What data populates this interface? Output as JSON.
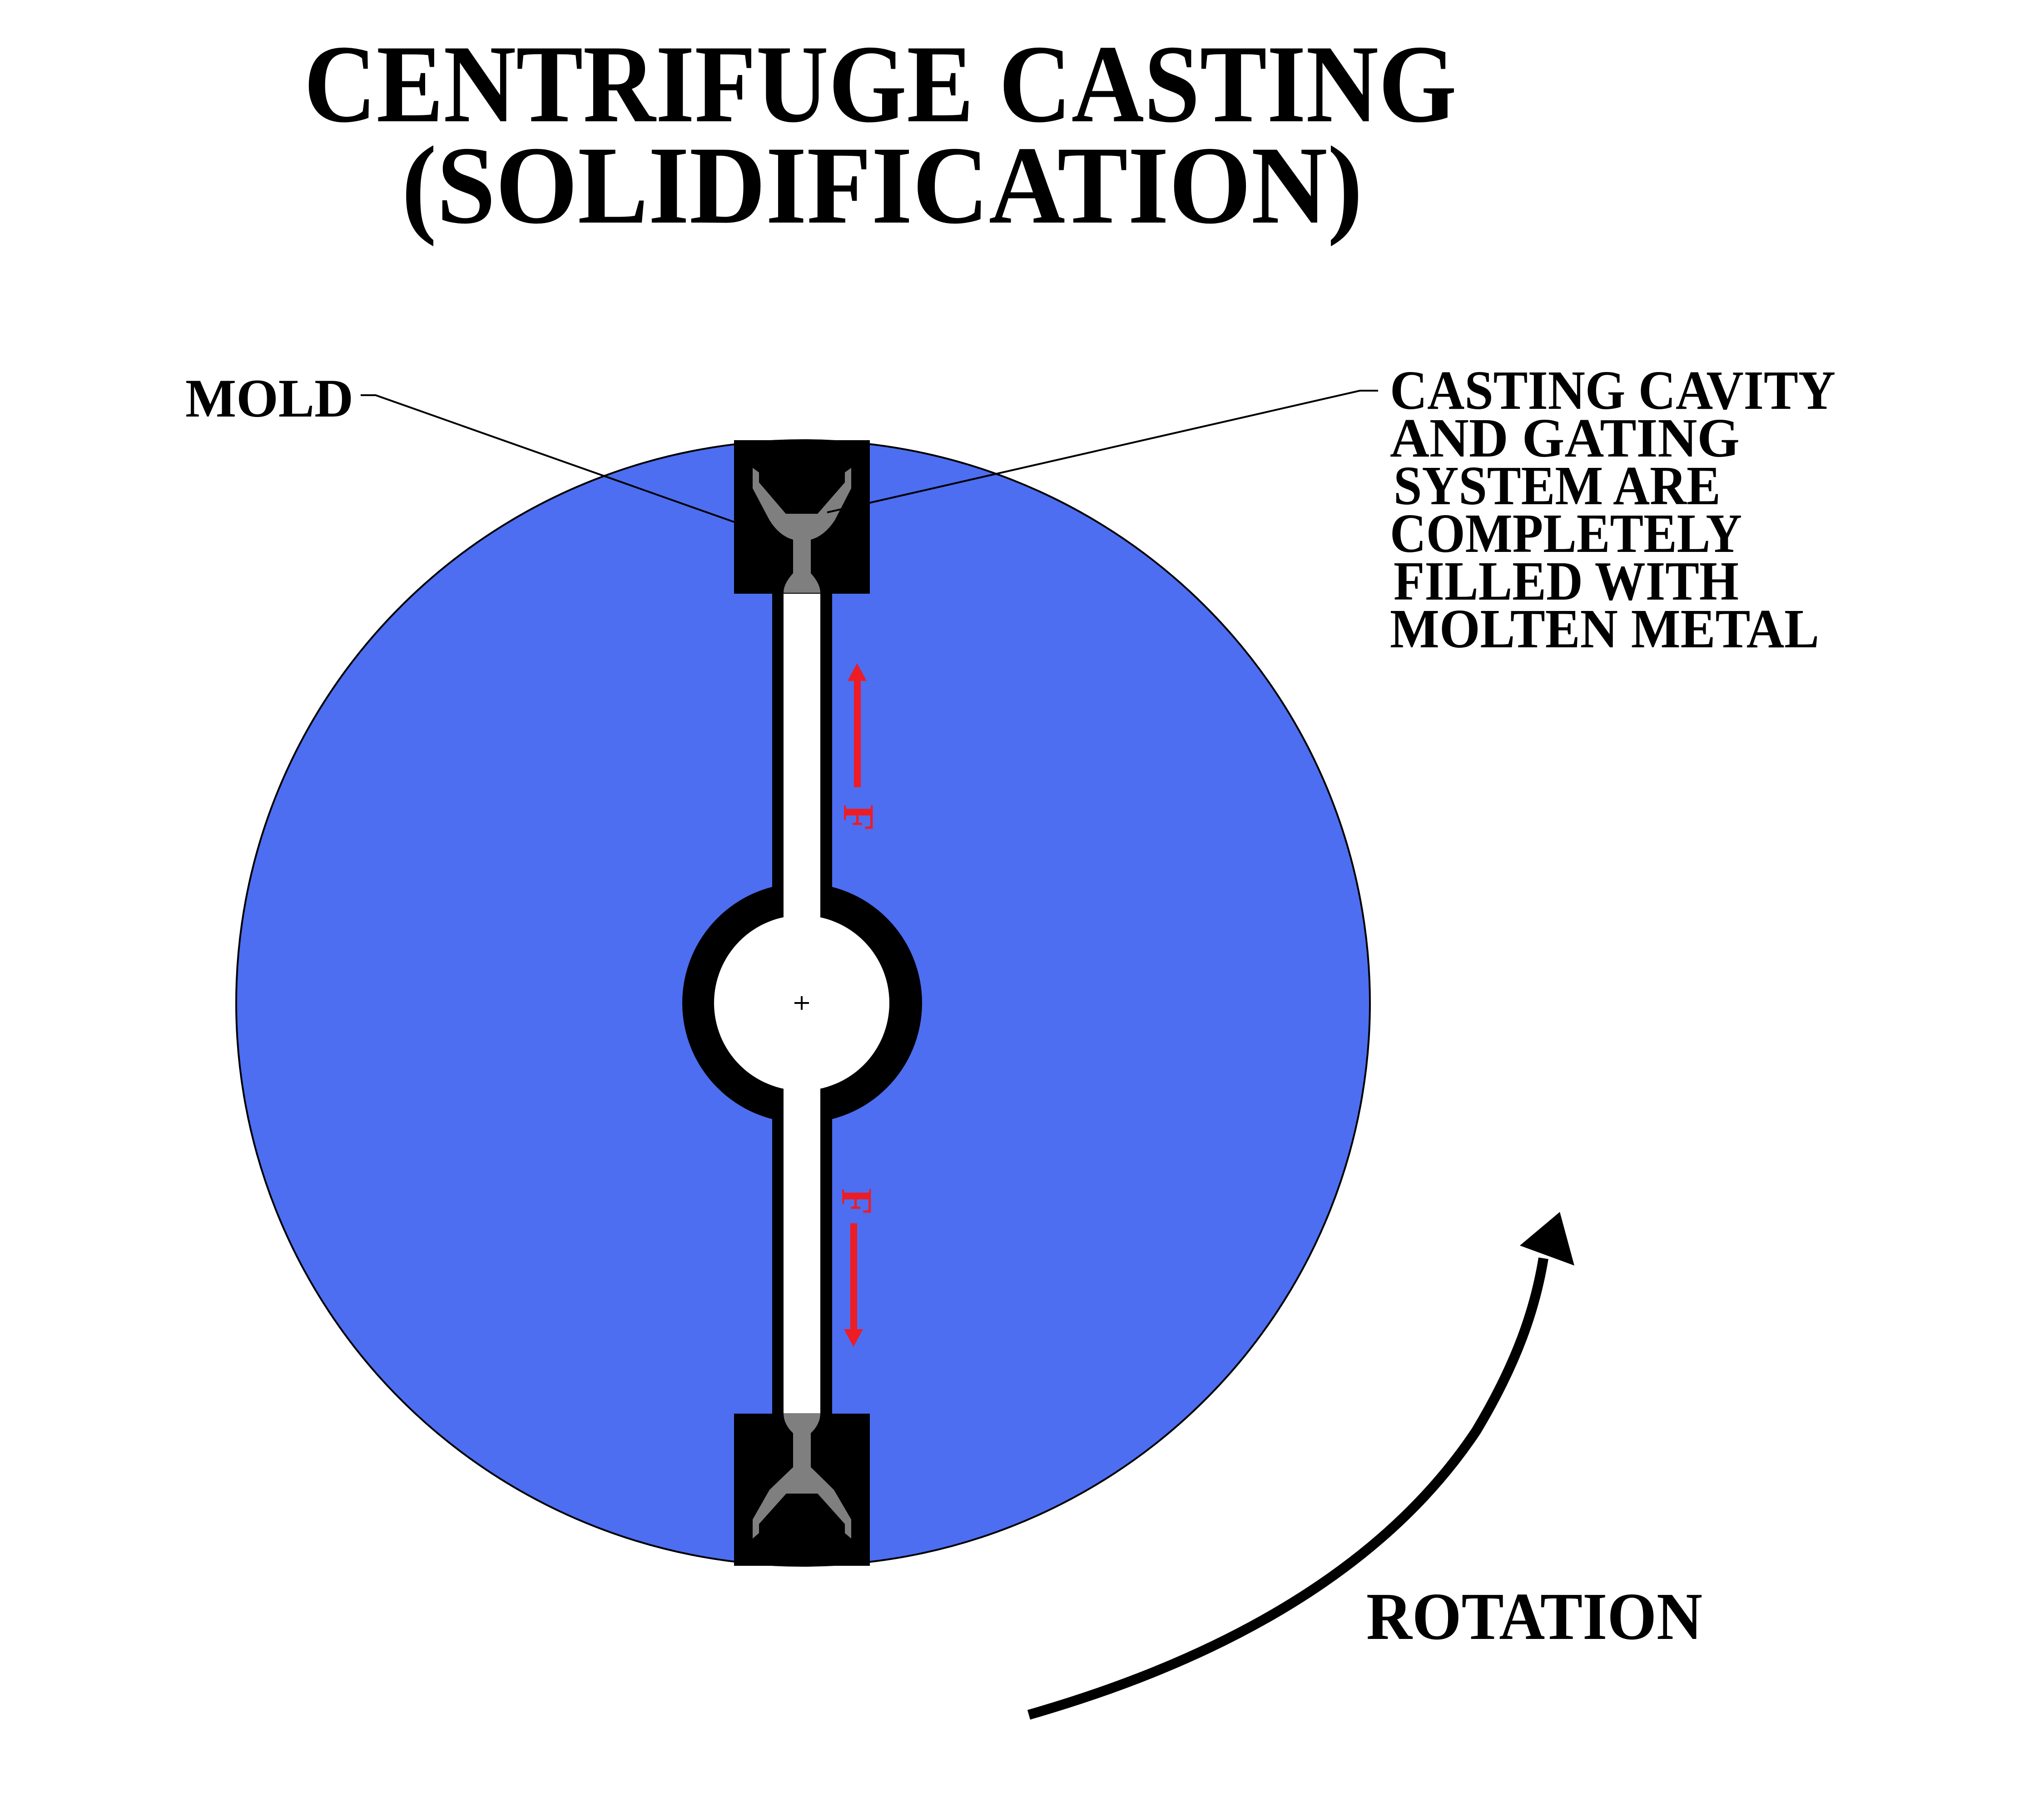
{
  "title": {
    "line1": "CENTRIFUGE CASTING",
    "line2": "(SOLIDIFICATION)"
  },
  "labels": {
    "mold": "MOLD",
    "cavity_note": [
      "CASTING CAVITY",
      "AND GATING",
      "SYSTEM ARE",
      "COMPLETELY",
      "FILLED WITH",
      "MOLTEN METAL"
    ],
    "rotation": "ROTATION",
    "force_upper": "F",
    "force_lower": "F"
  },
  "icons": {
    "rotation_arrow": "curved-arrow-clockwise-icon",
    "force_arrow_upper": "arrow-up-icon",
    "force_arrow_lower": "arrow-down-icon",
    "center_mark": "crosshair-icon"
  },
  "colors": {
    "disc": "#4d6ef0",
    "mold": "#000000",
    "metal": "#7f7f7f",
    "sprue": "#ffffff",
    "force": "#ee1c24",
    "background": "#ffffff"
  }
}
